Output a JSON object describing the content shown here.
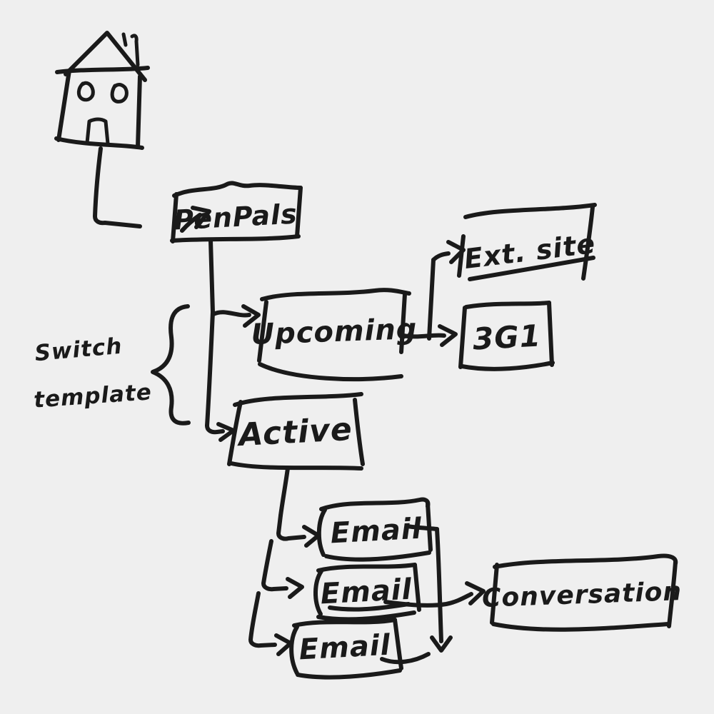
{
  "scene": {
    "background_color": "#efefef",
    "ink_color": "#1a1a1a"
  },
  "nodes": {
    "home": {
      "icon": "house-icon"
    },
    "penpals": {
      "label": "PenPals"
    },
    "upcoming": {
      "label": "Upcoming"
    },
    "ext_site": {
      "label": "Ext. site"
    },
    "class_code": {
      "label": "3G1"
    },
    "active": {
      "label": "Active"
    },
    "email_1": {
      "label": "Email"
    },
    "email_2": {
      "label": "Email"
    },
    "email_3": {
      "label": "Email"
    },
    "conversation": {
      "label": "Conversation"
    }
  },
  "annotations": {
    "switch_template": {
      "line1": "Switch",
      "line2": "template"
    }
  },
  "edges": [
    {
      "from": "home",
      "to": "penpals"
    },
    {
      "from": "penpals",
      "to": "upcoming",
      "note": "switch template"
    },
    {
      "from": "penpals",
      "to": "active",
      "note": "switch template"
    },
    {
      "from": "upcoming",
      "to": "ext_site"
    },
    {
      "from": "upcoming",
      "to": "class_code"
    },
    {
      "from": "active",
      "to": "email_1"
    },
    {
      "from": "active",
      "to": "email_2"
    },
    {
      "from": "active",
      "to": "email_3"
    },
    {
      "from": "email_1",
      "to": "conversation"
    },
    {
      "from": "email_2",
      "to": "conversation"
    },
    {
      "from": "email_3",
      "to": "conversation"
    }
  ]
}
